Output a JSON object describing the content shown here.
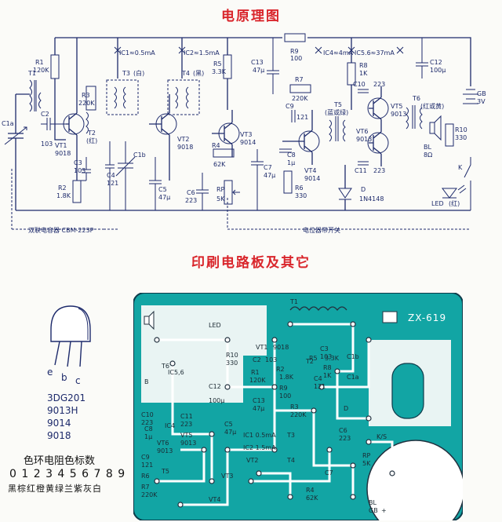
{
  "titles": {
    "schematic": "电原理图",
    "pcb": "印刷电路板及其它"
  },
  "schematic": {
    "components": {
      "R1": {
        "name": "R1",
        "value": "120K"
      },
      "R2": {
        "name": "R2",
        "value": "1.8K"
      },
      "R3": {
        "name": "R3",
        "value": "220K"
      },
      "R4": {
        "name": "R4",
        "value": "62K"
      },
      "R5": {
        "name": "R5",
        "value": "3.3K"
      },
      "R6": {
        "name": "R6",
        "value": "330"
      },
      "R7": {
        "name": "R7",
        "value": "220K"
      },
      "R8": {
        "name": "R8",
        "value": "1K"
      },
      "R9": {
        "name": "R9",
        "value": "100"
      },
      "R10": {
        "name": "R10",
        "value": "330"
      },
      "C1a": "C1a",
      "C1b": "C1b",
      "C2": {
        "name": "C2",
        "value": "103"
      },
      "C3": {
        "name": "C3",
        "value": "103"
      },
      "C4": {
        "name": "C4",
        "value": "121"
      },
      "C5": {
        "name": "C5",
        "value": "47μ"
      },
      "C6": {
        "name": "C6",
        "value": "223"
      },
      "C7": {
        "name": "C7",
        "value": "47μ"
      },
      "C8": {
        "name": "C8",
        "value": "1μ"
      },
      "C9": {
        "name": "C9",
        "value": "121"
      },
      "C10": {
        "name": "C10",
        "value": "223"
      },
      "C11": {
        "name": "C11",
        "value": "223"
      },
      "C12": {
        "name": "C12",
        "value": "100μ"
      },
      "C13": {
        "name": "C13",
        "value": "47μ"
      },
      "VT1": {
        "name": "VT1",
        "model": "9018"
      },
      "VT2": {
        "name": "VT2",
        "model": "9018"
      },
      "VT3": {
        "name": "VT3",
        "model": "9014"
      },
      "VT4": {
        "name": "VT4",
        "model": "9014"
      },
      "VT5": {
        "name": "VT5",
        "model": "9013"
      },
      "VT6": {
        "name": "VT6",
        "model": "9013"
      },
      "T1": "T1",
      "T2": {
        "name": "T2",
        "note": "(红)"
      },
      "T3": {
        "name": "T3",
        "note": "(白)"
      },
      "T4": {
        "name": "T4",
        "note": "(黑)"
      },
      "T5": {
        "name": "T5",
        "note": "(蓝或绿)"
      },
      "T6": {
        "name": "T6",
        "note": "(红或黄)"
      },
      "RP": {
        "name": "RP",
        "value": "5K"
      },
      "D": {
        "name": "D",
        "model": "1N4148"
      },
      "LED": {
        "name": "LED",
        "note": "(红)"
      },
      "BL": {
        "name": "BL",
        "value": "8Ω"
      },
      "GB": {
        "name": "GB",
        "value": "3V"
      },
      "K": "K"
    },
    "currents": {
      "IC1": "IC1≈0.5mA",
      "IC2": "IC2≈1.5mA",
      "IC4": "IC4≈4mA",
      "IC56": "IC5.6≈37mA"
    },
    "notes": {
      "dual_cap": "双联电容器 CBM-223P",
      "switch": "电位器带开关"
    }
  },
  "pcb": {
    "model": "ZX-619",
    "labels": {
      "LED": "LED",
      "R10": "R10",
      "R10_val": "330",
      "C12": "C12",
      "C12_val": "100μ",
      "VT1": "VT1",
      "VT1_model": "9018",
      "VT5": "VT5",
      "VT5_model": "9013",
      "VT6": "VT6",
      "VT6_model": "9013",
      "VT2": "VT2",
      "VT3": "VT3",
      "VT4": "VT4",
      "T1": "T1",
      "T2": "T2",
      "T3": "T3",
      "T4": "T4",
      "T5": "T5",
      "T6": "T6",
      "C1a": "C1a",
      "C1b": "C1b",
      "C2": "C2",
      "C2_val": "103",
      "C3": "C3",
      "C3_val": "103",
      "C4": "C4",
      "C4_val": "121",
      "C5": "C5",
      "C5_val": "47μ",
      "C6": "C6",
      "C6_val": "223",
      "C7": "C7",
      "C8": "C8",
      "C8_val": "1μ",
      "C9": "C9",
      "C9_val": "121",
      "C10": "C10",
      "C10_val": "223",
      "C11": "C11",
      "C11_val": "223",
      "C13": "C13",
      "C13_val": "47μ",
      "R1": "R1",
      "R1_val": "120K",
      "R2": "R2",
      "R2_val": "1.8K",
      "R3": "R3",
      "R3_val": "220K",
      "R4": "R4",
      "R4_val": "62K",
      "R5": "R5",
      "R5_val": "3.3K",
      "R6": "R6",
      "R7": "R7",
      "R7_val": "220K",
      "R8": "R8",
      "R8_val": "1K",
      "R9": "R9",
      "R9_val": "100",
      "D": "D",
      "K_RP": "K/S",
      "RP": "RP",
      "RP_val": "5K",
      "BL": "BL",
      "IC1": "IC1 0.5mA",
      "IC2": "IC2 1.5mA",
      "IC4": "IC4",
      "IC56": "IC5,6",
      "B": "B",
      "GB": "GB",
      "GB_plus": "+"
    }
  },
  "transistor": {
    "pins": {
      "e": "e",
      "b": "b",
      "c": "c"
    },
    "models": [
      "3DG201",
      "9013H",
      "9014",
      "9018"
    ]
  },
  "color_code": {
    "title": "色环电阻色标数",
    "digits": "0 1 2 3 4 5 6 7 8 9",
    "colors": "黑棕红橙黄绿兰紫灰白"
  }
}
